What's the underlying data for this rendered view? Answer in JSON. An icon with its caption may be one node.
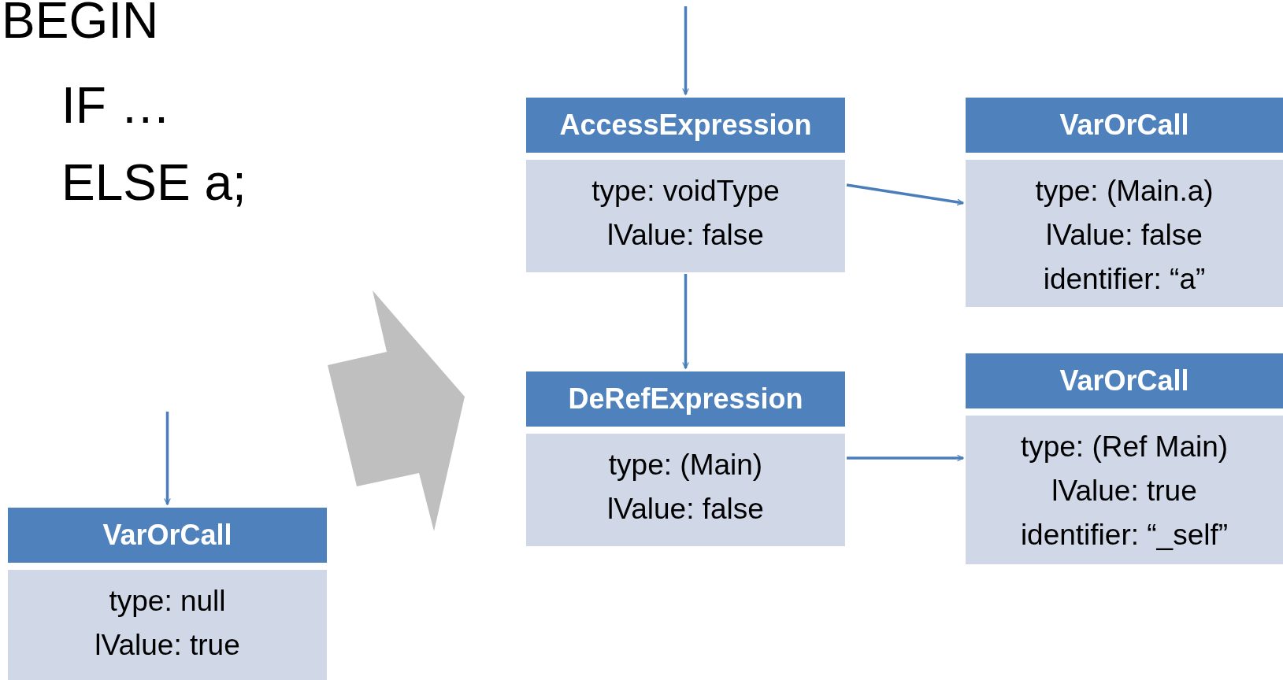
{
  "diagram": {
    "nodes": [
      {
        "text": [
          "AccessExpression",
          "type: voidType",
          "lValue: false"
        ]
      },
      {
        "text": [
          "VarOrCall",
          "type: (Main.a)",
          "lValue: false",
          "identifier: “a”"
        ]
      },
      {
        "text": [
          "DeRefExpression",
          "type: (Main)",
          "lValue: false"
        ]
      },
      {
        "text": [
          "VarOrCall",
          "type: (Ref Main)",
          "lValue: true",
          "identifier: “_self”"
        ]
      },
      {
        "text": [
          "VarOrCall",
          "type: null",
          "lValue: true"
        ]
      }
    ],
    "edges": [
      {
        "from": null,
        "to": 0,
        "arrow": "to"
      },
      {
        "from": 0,
        "to": 1,
        "arrow": "to"
      },
      {
        "from": 0,
        "to": 2,
        "arrow": "to"
      },
      {
        "from": 2,
        "to": 3,
        "arrow": "to"
      },
      {
        "from": null,
        "to": 4,
        "arrow": "to"
      }
    ],
    "labels": [
      "BEGIN",
      "IF …",
      "ELSE a;"
    ]
  }
}
